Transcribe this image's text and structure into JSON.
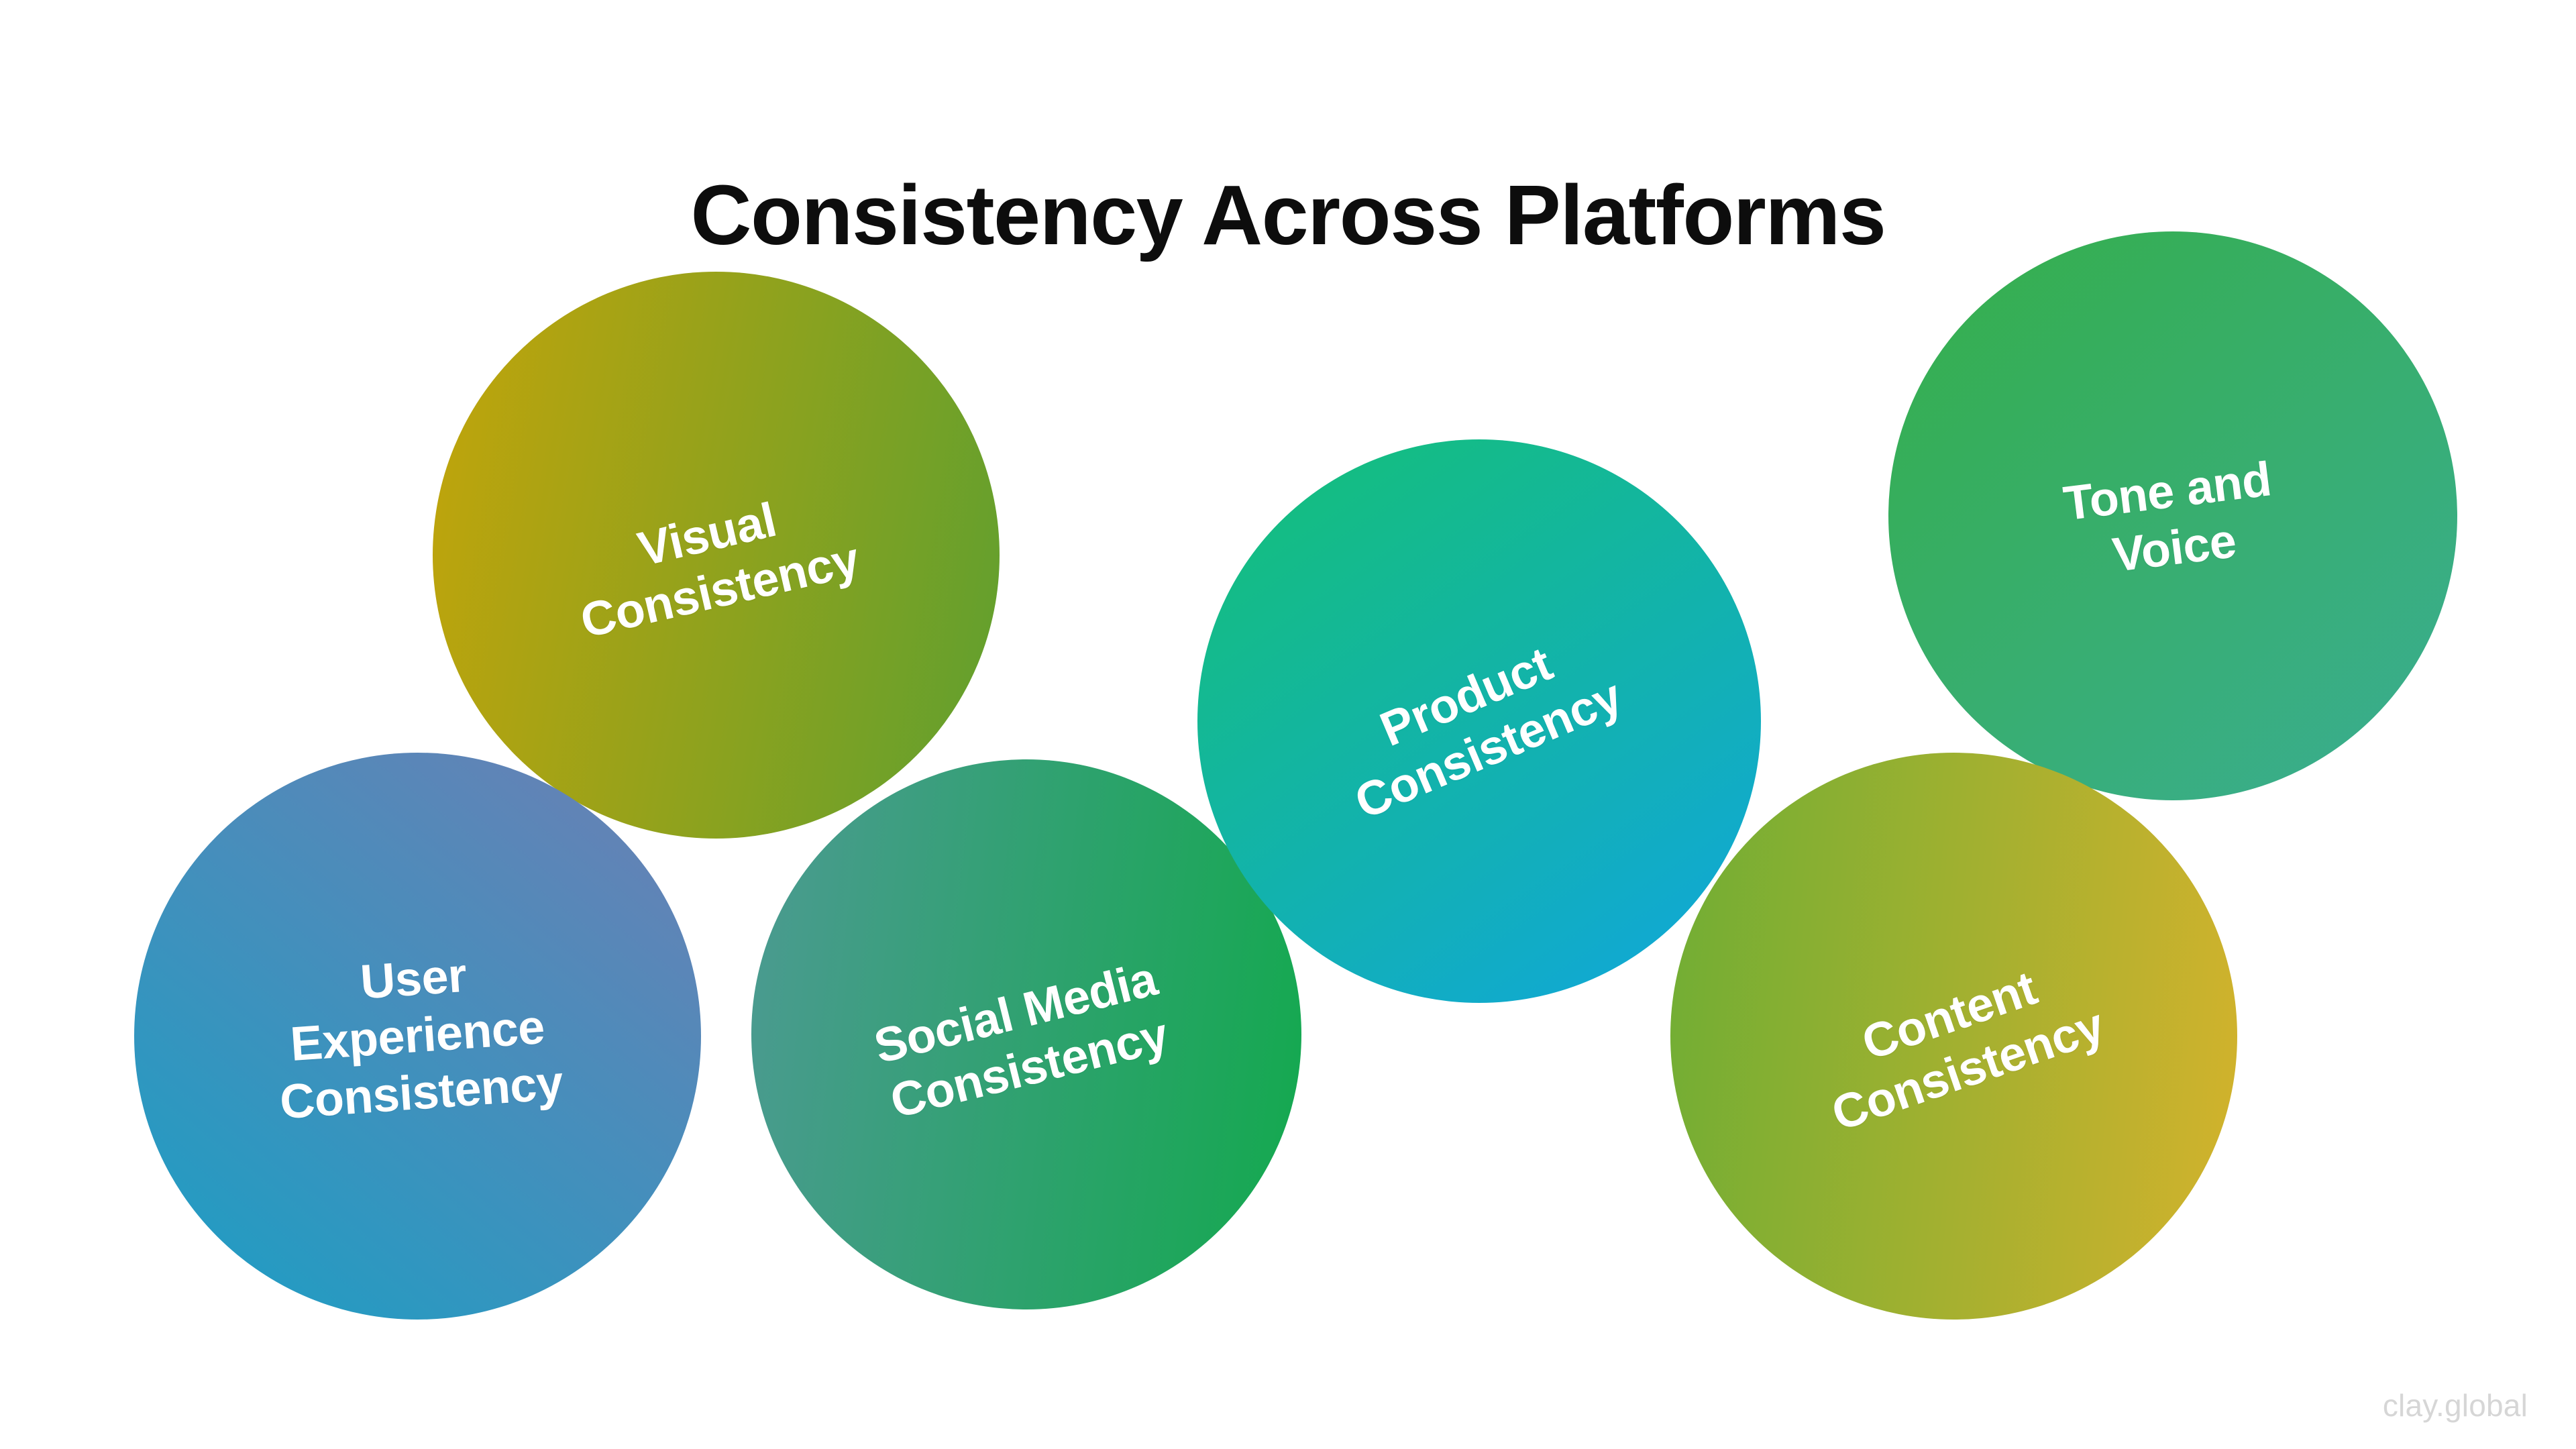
{
  "page": {
    "title": "Consistency Across Platforms",
    "background_color": "#ffffff",
    "title_color": "#0d0d0d",
    "watermark": "clay.global",
    "watermark_color": "#d6d6d6"
  },
  "bubbles": [
    {
      "id": "visual",
      "label": "Visual\nConsistency",
      "text_color": "#ffffff",
      "gradient_from": "#c3a40a",
      "gradient_to": "#5fa02f",
      "gradient_angle": "100deg",
      "rotation_deg": -13
    },
    {
      "id": "ux",
      "label": "User\nExperience\nConsistency",
      "text_color": "#ffffff",
      "gradient_from": "#1a9fc4",
      "gradient_to": "#6d7fb4",
      "gradient_angle": "38deg",
      "rotation_deg": -4
    },
    {
      "id": "social",
      "label": "Social Media\nConsistency",
      "text_color": "#ffffff",
      "gradient_from": "#4c9a92",
      "gradient_to": "#13a94e",
      "gradient_angle": "97deg",
      "rotation_deg": -14
    },
    {
      "id": "product",
      "label": "Product\nConsistency",
      "text_color": "#ffffff",
      "gradient_from": "#15c075",
      "gradient_to": "#10a6de",
      "gradient_angle": "146deg",
      "rotation_deg": -23
    },
    {
      "id": "tone",
      "label": "Tone and\nVoice",
      "text_color": "#ffffff",
      "gradient_from": "#35af49",
      "gradient_to": "#3aad93",
      "gradient_angle": "140deg",
      "rotation_deg": -7
    },
    {
      "id": "content",
      "label": "Content\nConsistency",
      "text_color": "#ffffff",
      "gradient_from": "#6fae34",
      "gradient_to": "#d4b22c",
      "gradient_angle": "96deg",
      "rotation_deg": -19
    }
  ],
  "chart_data": {
    "type": "diagram",
    "title": "Consistency Across Platforms",
    "shape": "circles",
    "categories": [
      "Visual Consistency",
      "User Experience Consistency",
      "Social Media Consistency",
      "Product Consistency",
      "Tone and Voice",
      "Content Consistency"
    ],
    "count": 6,
    "legend": "none",
    "grid": false
  }
}
